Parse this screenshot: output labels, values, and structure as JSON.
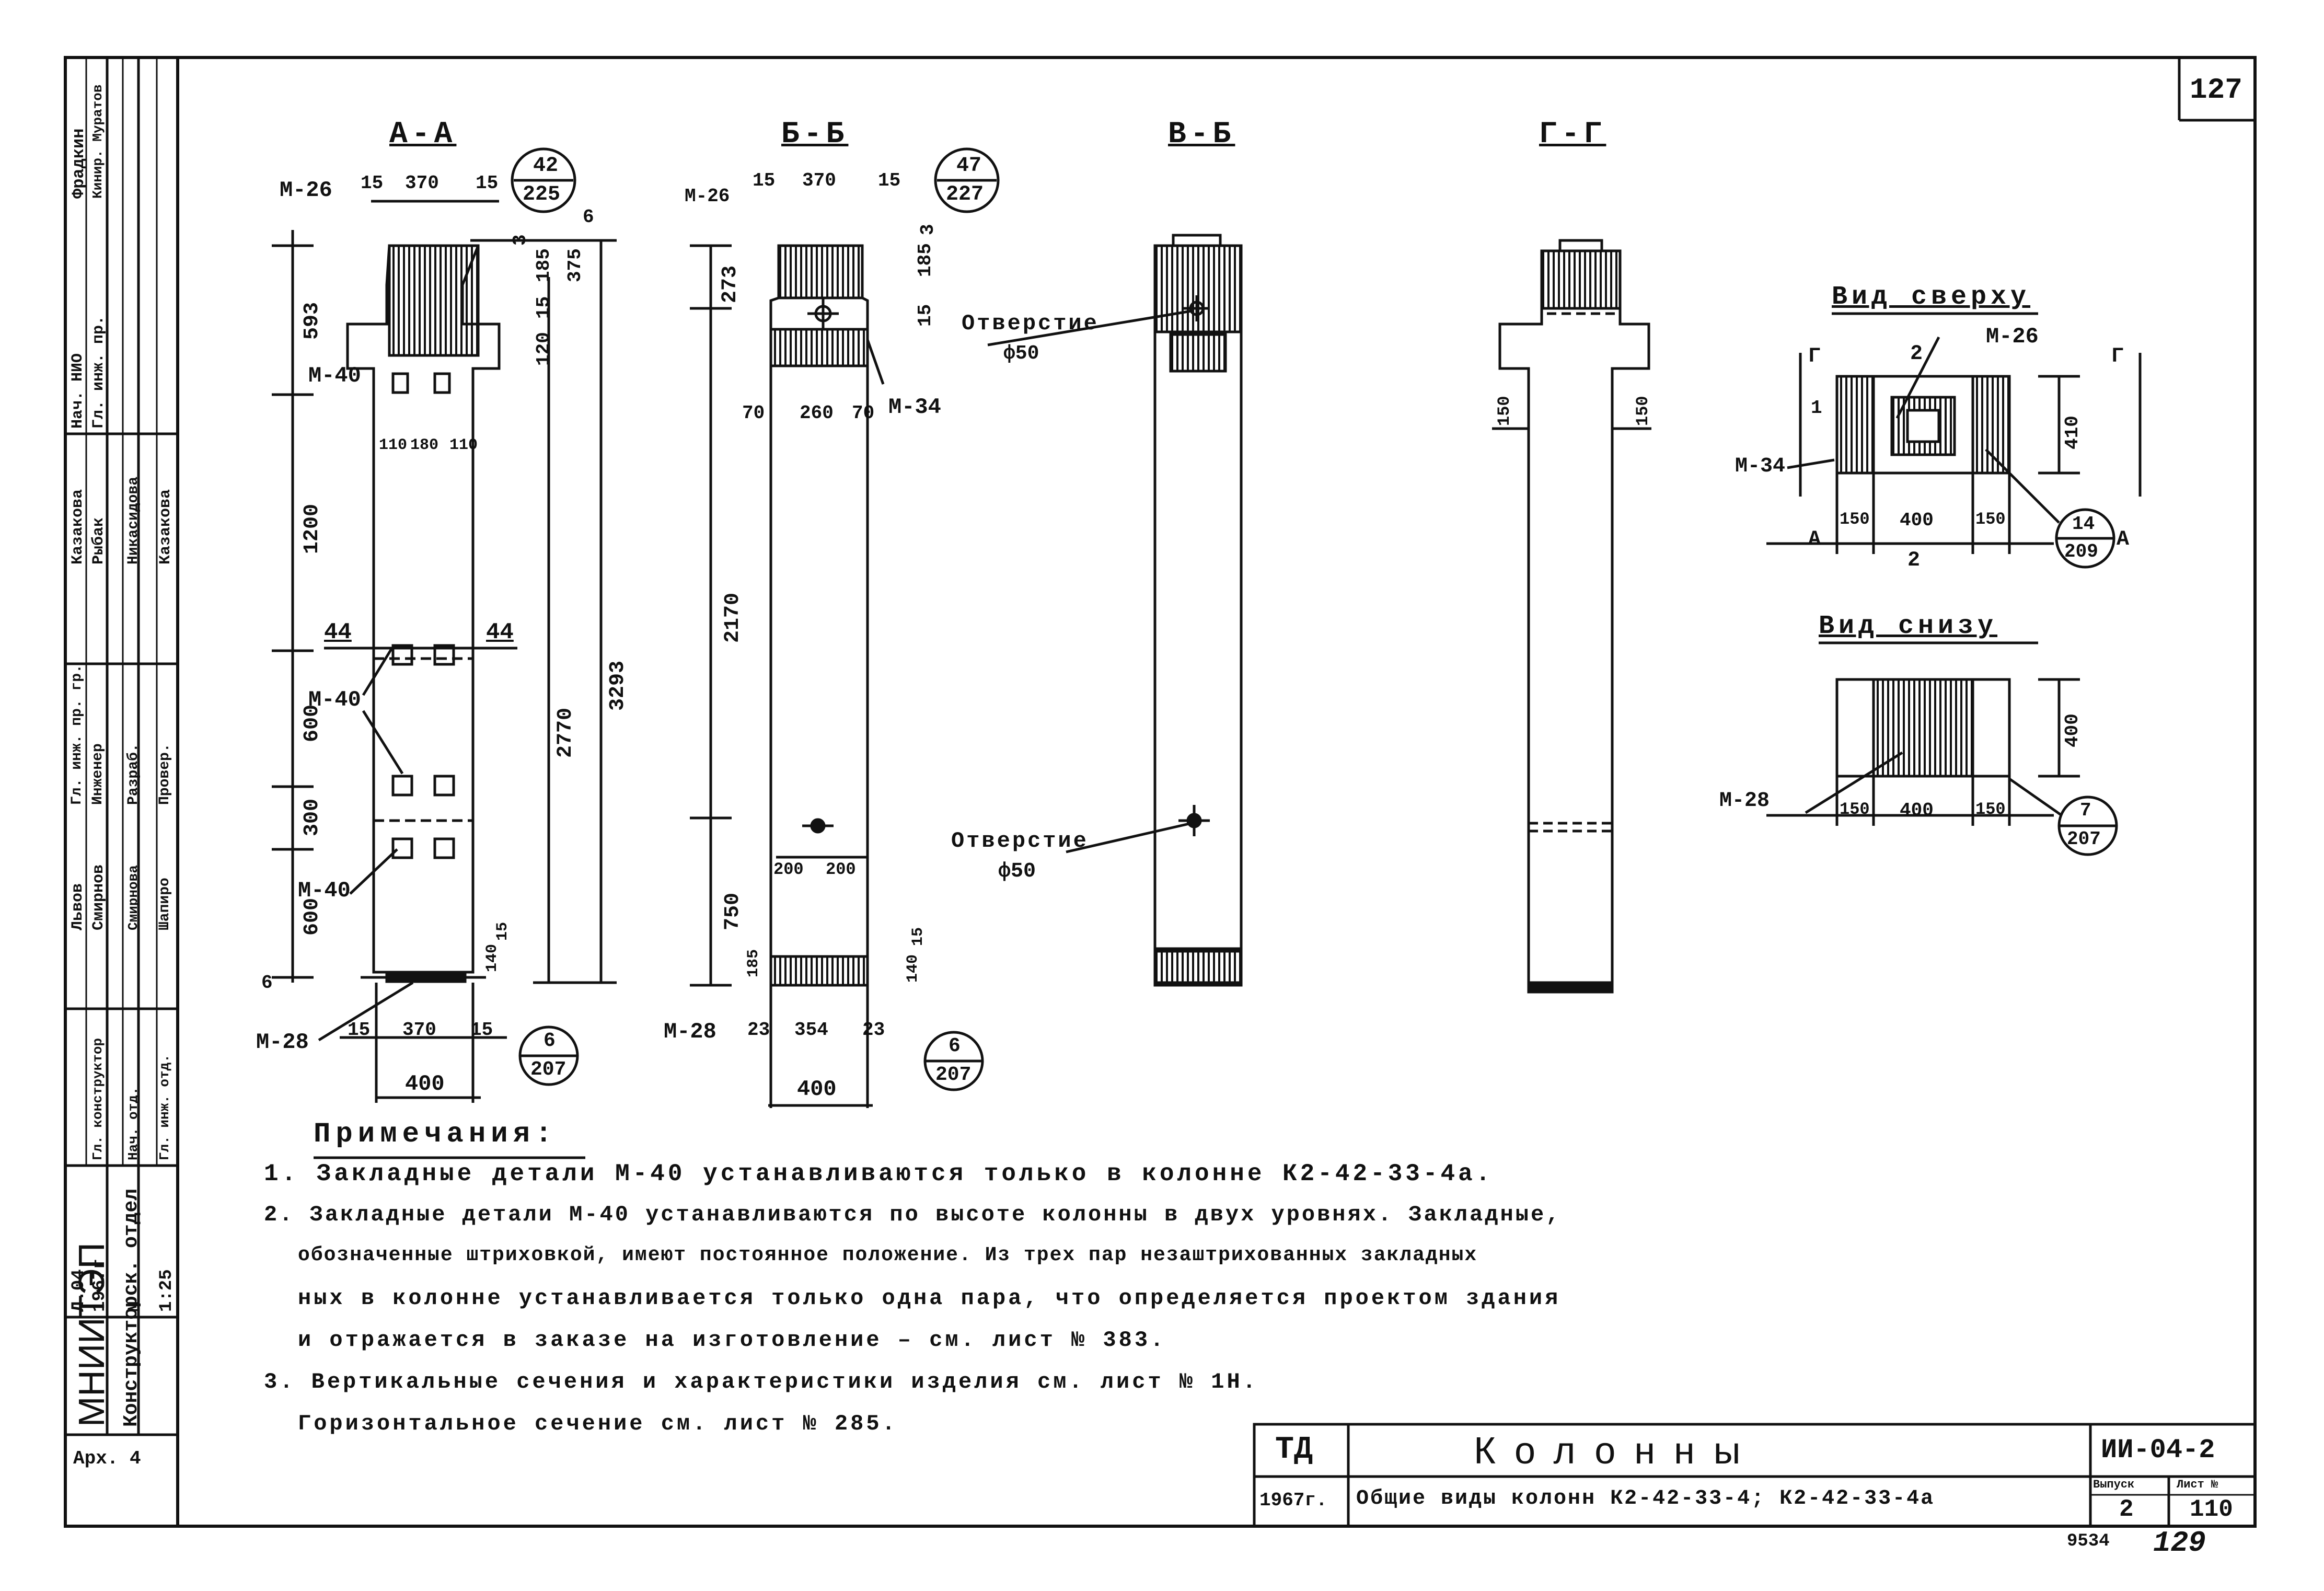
{
  "sheet": {
    "page_number": "127",
    "bottom_stamp": "9534",
    "bottom_page": "129"
  },
  "sections": {
    "aa": {
      "title": "А-А",
      "m26": "М-26",
      "d370": "370",
      "d15a": "15",
      "d15b": "15",
      "bubble_top": "42",
      "bubble_bot": "225",
      "d6": "6",
      "d3": "3",
      "d185": "185",
      "d375": "375",
      "d15c": "15",
      "d120": "120",
      "d593": "593",
      "d1200": "1200",
      "d600a": "600",
      "d300": "300",
      "d600b": "600",
      "d6b": "6",
      "d2770": "2770",
      "d3293": "3293",
      "d110a": "110",
      "d180": "180",
      "d110b": "110",
      "d44a": "44",
      "d44b": "44",
      "m40a": "М-40",
      "m40b": "М-40",
      "m40c": "М-40",
      "d140": "140",
      "d15d": "15",
      "m28": "М-28",
      "d15e": "15",
      "d370b": "370",
      "d15f": "15",
      "d400": "400",
      "bubble2_top": "6",
      "bubble2_bot": "207"
    },
    "bb": {
      "title": "Б-Б",
      "m26": "М-26",
      "d15a": "15",
      "d370": "370",
      "d15b": "15",
      "bubble_top": "47",
      "bubble_bot": "227",
      "d273": "273",
      "d185": "185",
      "d3": "3",
      "d15": "15",
      "hole1": "Отверстие",
      "hole1_d": "ф50",
      "d70a": "70",
      "d260": "260",
      "d70b": "70",
      "m34": "М-34",
      "d2170": "2170",
      "d750": "750",
      "d200a": "200",
      "d200b": "200",
      "d185b": "185",
      "d15c": "15",
      "d140": "140",
      "m28": "М-28",
      "d23a": "23",
      "d354": "354",
      "d23b": "23",
      "d400": "400",
      "bubble2_top": "6",
      "bubble2_bot": "207"
    },
    "vv": {
      "title": "В-Б",
      "hole2": "Отверстие",
      "hole2_d": "ф50"
    },
    "gg": {
      "title": "Г-Г",
      "d150a": "150",
      "d150b": "150"
    },
    "top_view": {
      "title": "Вид сверху",
      "m26": "М-26",
      "m34": "М-34",
      "g_left": "Г",
      "g_right": "Г",
      "n2_top": "2",
      "n2_bot": "2",
      "n1": "1",
      "a_left": "А",
      "a_right": "А",
      "d410": "410",
      "d150a": "150",
      "d400": "400",
      "d150b": "150",
      "bubble_top": "14",
      "bubble_bot": "209"
    },
    "bottom_view": {
      "title": "Вид снизу",
      "m28": "М-28",
      "d400v": "400",
      "d150a": "150",
      "d400": "400",
      "d150b": "150",
      "bubble_top": "7",
      "bubble_bot": "207"
    }
  },
  "notes": {
    "heading": "Примечания:",
    "n1": "1. Закладные детали М-40 устанавливаются только в колонне К2-42-33-4а.",
    "n2a": "2. Закладные детали М-40 устанавливаются по высоте колонны в двух уровнях. Закладные,",
    "n2b": "обозначенные штриховкой, имеют постоянное положение. Из трех пар незаштрихованных закладных",
    "n2c": "ных в колонне устанавливается только одна пара, что определяется проектом здания",
    "n2d": "и отражается в заказе на изготовление – см. лист № 383.",
    "n3a": "3. Вертикальные сечения и характеристики изделия см. лист № 1Н.",
    "n3b": "Горизонтальное сечение см. лист № 285."
  },
  "title_block": {
    "td": "ТД",
    "year": "1967г.",
    "name": "Колонны",
    "subtitle": "Общие виды колонн К2-42-33-4; К2-42-33-4а",
    "code": "ИИ-04-2",
    "vypusk_label": "Выпуск",
    "list_label": "Лист №",
    "vypusk": "2",
    "list": "110"
  },
  "side_stamp": {
    "org": "МНИИТЭП",
    "dept": "Конструкторск. отдел",
    "arch": "Арх. 4",
    "col1": [
      "Л.04",
      "1967г",
      "М",
      "1:25"
    ],
    "roles": [
      "Нач. НИО",
      "Гл. инж. пр.",
      "Гл. инж. пр. гр.",
      "Гл. конструктор",
      "Нач. отд.",
      "Гл. инж. отд."
    ],
    "roles2": [
      "Инженер",
      "Разраб.",
      "Провер."
    ],
    "names": [
      "Фрадкин",
      "Кинир. Муратов",
      "Казакова",
      "Рыбак",
      "Никасидова",
      "Казакова",
      "Львов",
      "Смирнов",
      "Смирнова",
      "Шапиро"
    ]
  }
}
